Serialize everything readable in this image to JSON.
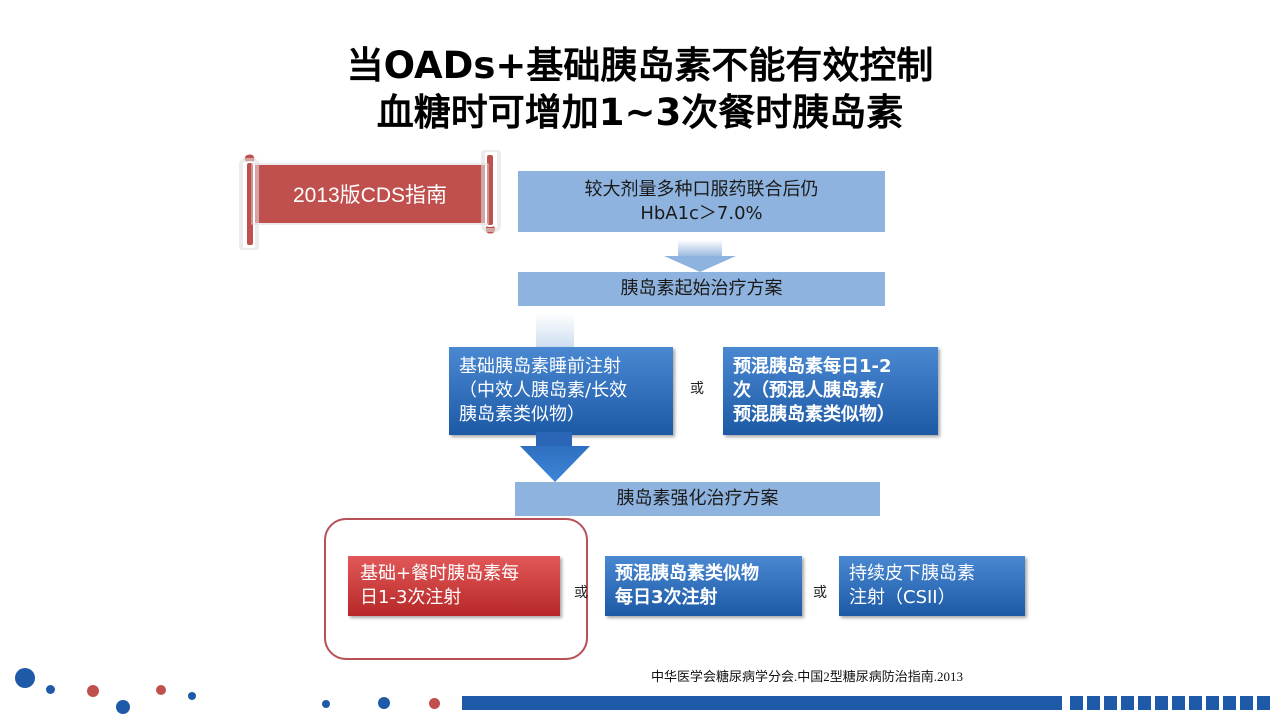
{
  "title": {
    "line1": "当OADs+基础胰岛素不能有效控制",
    "line2": "血糖时可增加1~3次餐时胰岛素"
  },
  "banner": {
    "label": "2013版CDS指南"
  },
  "flow": {
    "step1": {
      "line1": "较大剂量多种口服药联合后仍",
      "line2": "HbA1c＞7.0%"
    },
    "step2": "胰岛素起始治疗方案",
    "basal": {
      "line1": "基础胰岛素睡前注射",
      "line2": "（中效人胰岛素/长效",
      "line3": "胰岛素类似物）"
    },
    "premix_start": {
      "line1": "预混胰岛素每日1-2",
      "line2": "次（预混人胰岛素/",
      "line3": "预混胰岛素类似物）"
    },
    "step3": "胰岛素强化治疗方案",
    "basal_bolus": {
      "line1": "基础+餐时胰岛素每",
      "line2": "日1-3次注射"
    },
    "premix_intensive": {
      "line1": "预混胰岛素类似物",
      "line2": "每日3次注射"
    },
    "csii": {
      "line1": "持续皮下胰岛素",
      "line2": "注射（CSII）"
    },
    "or_label": "或"
  },
  "citation": "中华医学会糖尿病学分会.中国2型糖尿病防治指南.2013",
  "colors": {
    "light_box": "#8fb3df",
    "blue_box": "#1d5aa6",
    "red_box": "#b72828",
    "banner": "#c0504d",
    "footer": "#1e5aa8"
  }
}
